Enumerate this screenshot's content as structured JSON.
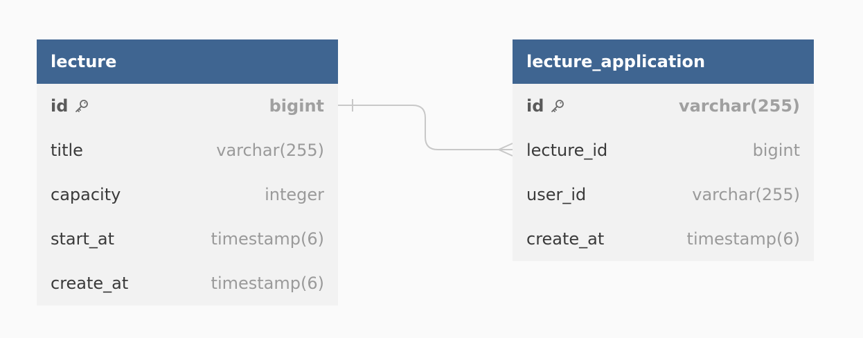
{
  "tables": [
    {
      "name": "lecture",
      "columns": [
        {
          "name": "id",
          "type": "bigint",
          "pk": true
        },
        {
          "name": "title",
          "type": "varchar(255)",
          "pk": false
        },
        {
          "name": "capacity",
          "type": "integer",
          "pk": false
        },
        {
          "name": "start_at",
          "type": "timestamp(6)",
          "pk": false
        },
        {
          "name": "create_at",
          "type": "timestamp(6)",
          "pk": false
        }
      ]
    },
    {
      "name": "lecture_application",
      "columns": [
        {
          "name": "id",
          "type": "varchar(255)",
          "pk": true
        },
        {
          "name": "lecture_id",
          "type": "bigint",
          "pk": false
        },
        {
          "name": "user_id",
          "type": "varchar(255)",
          "pk": false
        },
        {
          "name": "create_at",
          "type": "timestamp(6)",
          "pk": false
        }
      ]
    }
  ],
  "relationship": {
    "from": "lecture.id",
    "to": "lecture_application.lecture_id",
    "from_cardinality": "one",
    "to_cardinality": "many"
  },
  "colors": {
    "header": "#3f6591",
    "table_body": "#f2f2f2",
    "background": "#fafafa",
    "connector": "#c8c8c8"
  },
  "icons": {
    "primary_key": "key-icon"
  }
}
